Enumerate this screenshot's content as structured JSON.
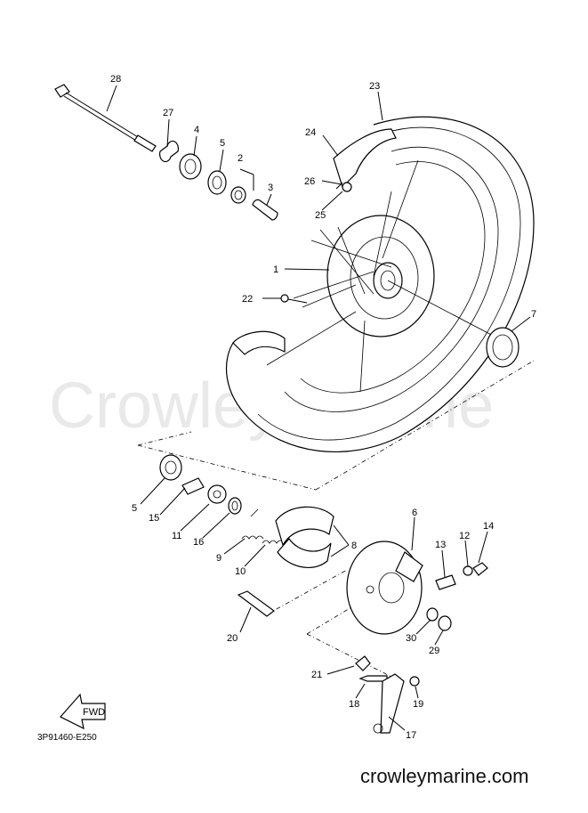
{
  "diagram": {
    "code": "3P91460-E250",
    "watermark": "Crowley Marine",
    "site": "crowleymarine.com",
    "fwd_label": "FWD",
    "callouts": {
      "c1": "1",
      "c2": "2",
      "c3": "3",
      "c4": "4",
      "c5a": "5",
      "c5b": "5",
      "c6": "6",
      "c7": "7",
      "c8": "8",
      "c9": "9",
      "c10": "10",
      "c11": "11",
      "c12": "12",
      "c13": "13",
      "c14": "14",
      "c15": "15",
      "c16": "16",
      "c17": "17",
      "c18": "18",
      "c19": "19",
      "c20": "20",
      "c21": "21",
      "c22": "22",
      "c23": "23",
      "c24": "24",
      "c25": "25",
      "c26": "26",
      "c27": "27",
      "c28": "28",
      "c29": "29",
      "c30": "30"
    }
  }
}
